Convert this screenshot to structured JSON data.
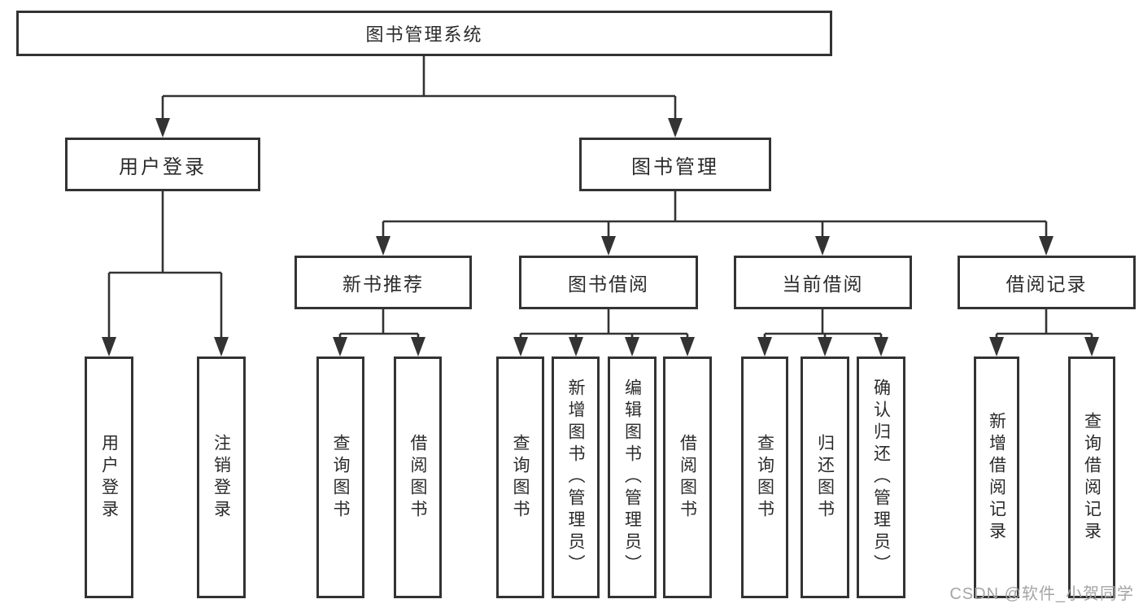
{
  "diagram": {
    "tree": {
      "label": "图书管理系统",
      "children": [
        {
          "label": "用户登录",
          "children": [
            {
              "label": "用户登录"
            },
            {
              "label": "注销登录"
            }
          ]
        },
        {
          "label": "图书管理",
          "children": [
            {
              "label": "新书推荐",
              "children": [
                {
                  "label": "查询图书"
                },
                {
                  "label": "借阅图书"
                }
              ]
            },
            {
              "label": "图书借阅",
              "children": [
                {
                  "label": "查询图书"
                },
                {
                  "label": "新增图书（管理员）"
                },
                {
                  "label": "编辑图书（管理员）"
                },
                {
                  "label": "借阅图书"
                }
              ]
            },
            {
              "label": "当前借阅",
              "children": [
                {
                  "label": "查询图书"
                },
                {
                  "label": "归还图书"
                },
                {
                  "label": "确认归还（管理员）"
                }
              ]
            },
            {
              "label": "借阅记录",
              "children": [
                {
                  "label": "新增借阅记录"
                },
                {
                  "label": "查询借阅记录"
                }
              ]
            }
          ]
        }
      ]
    }
  },
  "watermark": {
    "text": "CSDN @软件_小贺同学"
  },
  "colors": {
    "line": "#333333",
    "box-border": "#333333",
    "text": "#2b2b2b",
    "background": "#ffffff",
    "watermark": "#a5a5a5"
  }
}
